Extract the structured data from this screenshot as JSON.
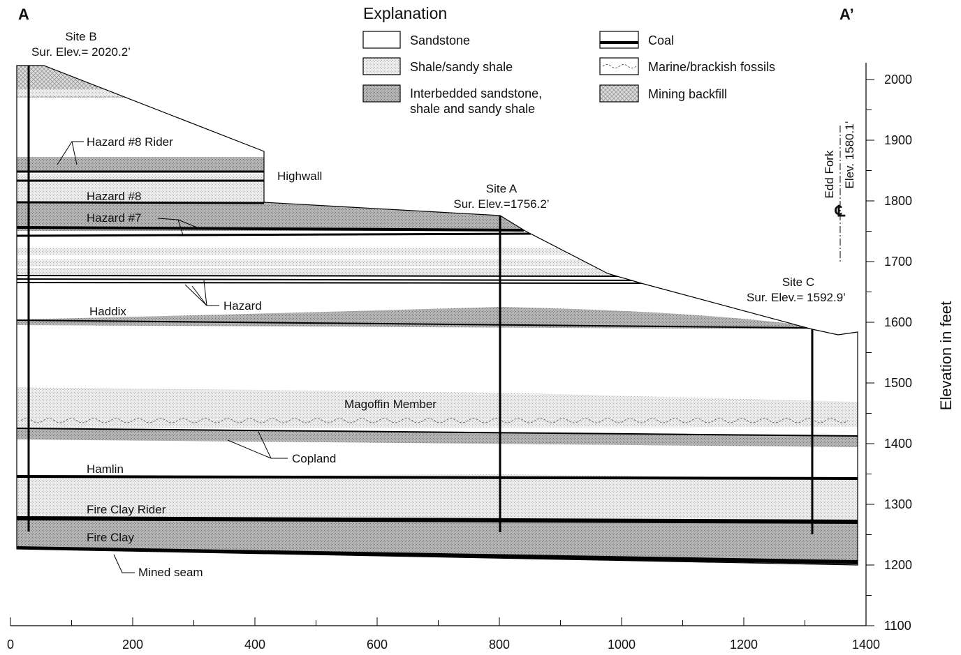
{
  "section": {
    "start_label": "A",
    "end_label": "A’",
    "ylabel": "Elevation in feet",
    "x_ticks": [
      0,
      200,
      400,
      600,
      800,
      1000,
      1200,
      1400
    ],
    "y_ticks": [
      1100,
      1200,
      1300,
      1400,
      1500,
      1600,
      1700,
      1800,
      1900,
      2000
    ],
    "y_range": [
      1100,
      2020
    ],
    "x_range": [
      0,
      1400
    ]
  },
  "explanation": {
    "title": "Explanation",
    "items": [
      {
        "key": "sandstone",
        "label": "Sandstone",
        "label2": ""
      },
      {
        "key": "shale",
        "label": "Shale/sandy shale",
        "label2": ""
      },
      {
        "key": "interbedded",
        "label": "Interbedded sandstone,",
        "label2": "shale and sandy shale"
      },
      {
        "key": "coal",
        "label": "Coal",
        "label2": ""
      },
      {
        "key": "fossils",
        "label": "Marine/brackish fossils",
        "label2": ""
      },
      {
        "key": "backfill",
        "label": "Mining backfill",
        "label2": ""
      }
    ]
  },
  "sites": [
    {
      "name": "Site B",
      "elev_text": "Sur. Elev.= 2020.2’",
      "x": 20,
      "surface": 2020.2,
      "bottom": 1258
    },
    {
      "name": "Site A",
      "elev_text": "Sur. Elev.=1756.2’",
      "x": 800,
      "surface": 1756.2,
      "bottom": 1257
    },
    {
      "name": "Site C",
      "elev_text": "Sur. Elev.= 1592.9’",
      "x": 1315,
      "surface": 1592.9,
      "bottom": 1252
    }
  ],
  "stream": {
    "name": "Edd Fork",
    "elev_text": "Elev. 1580.1’"
  },
  "labels": {
    "hazard8_rider": "Hazard #8 Rider",
    "highwall": "Highwall",
    "hazard8": "Hazard #8",
    "hazard7": "Hazard #7",
    "hazard": "Hazard",
    "haddix": "Haddix",
    "magoffin": "Magoffin Member",
    "copland": "Copland",
    "hamlin": "Hamlin",
    "fire_clay_rider": "Fire Clay Rider",
    "fire_clay": "Fire Clay",
    "mined_seam": "Mined seam"
  },
  "colors": {
    "shale": "#e4e4e4",
    "interbedded": "#a8a8a8",
    "sandstone": "#ffffff",
    "coal": "#000000",
    "ink": "#111111"
  }
}
